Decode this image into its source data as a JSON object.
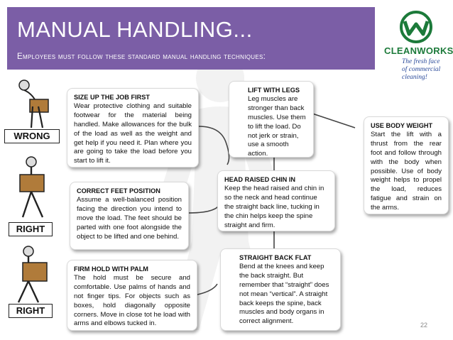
{
  "header": {
    "title": "MANUAL HANDLING...",
    "subtitle": "Employees must follow these standard manual handling techniques:",
    "bar_color": "#7b5ea6"
  },
  "logo": {
    "name": "CLEANWORKS",
    "tagline_line1": "The fresh face",
    "tagline_line2": "of commercial cleaning!",
    "brand_color": "#1c7a3a"
  },
  "labels": {
    "wrong": "WRONG",
    "right1": "RIGHT",
    "right2": "RIGHT"
  },
  "steps": {
    "size_up": {
      "heading": "SIZE UP THE JOB FIRST",
      "text": "Wear protective clothing and suitable footwear for the material being handled. Make allowances for the bulk of the load as well as the weight and get help if you need it. Plan where you are going to take the load before you start to lift it."
    },
    "feet": {
      "heading": "CORRECT FEET POSITION",
      "text": "Assume a well-balanced position facing the direction you intend to move the load. The feet should be parted with one foot alongside the object to be lifted and one behind."
    },
    "firm_hold": {
      "heading": "FIRM HOLD WITH PALM",
      "text": "The hold must be secure and comfortable. Use palms of hands and not finger tips. For objects such as boxes, hold diagonally opposite corners. Move in close tot he load with arms and elbows tucked in."
    },
    "lift_legs": {
      "heading": "LIFT WITH LEGS",
      "text": "Leg muscles are stronger than back muscles. Use them to lift the load. Do not jerk or strain, use a smooth action."
    },
    "head_raised": {
      "heading": "HEAD RAISED CHIN IN",
      "text": "Keep the head raised and chin in so the neck and head continue the straight back line, tucking in the chin helps keep the spine straight and firm."
    },
    "straight_back": {
      "heading": "STRAIGHT BACK FLAT",
      "text": "Bend at the knees and keep the back straight. But remember that “straight” does not mean “vertical”. A straight back keeps the spine, back muscles and body organs in correct alignment."
    },
    "body_weight": {
      "heading": "USE BODY WEIGHT",
      "text": "Start the lift with a thrust from the rear foot and follow through with the body when possible. Use of body weight helps to propel the load, reduces fatigue and strain on the arms."
    }
  },
  "page_number": "22"
}
